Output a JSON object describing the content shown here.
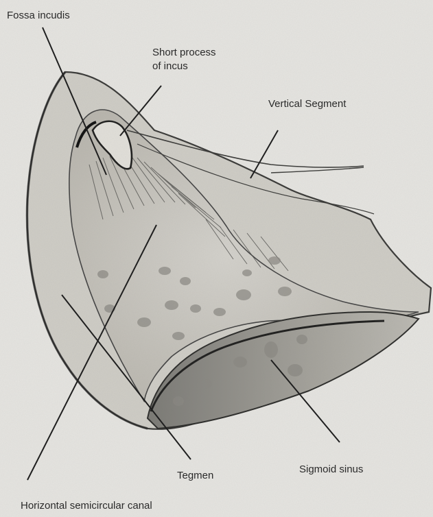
{
  "figure": {
    "labels": {
      "fossa_incudis": "Fossa incudis",
      "short_process_line1": "Short process",
      "short_process_line2": "of incus",
      "vertical_segment": "Vertical Segment",
      "tegmen": "Tegmen",
      "sigmoid_sinus": "Sigmoid sinus",
      "horizontal_canal": "Horizontal semicircular canal"
    },
    "colors": {
      "background": "#e6e5e1",
      "ink": "#2b2b2b"
    }
  }
}
